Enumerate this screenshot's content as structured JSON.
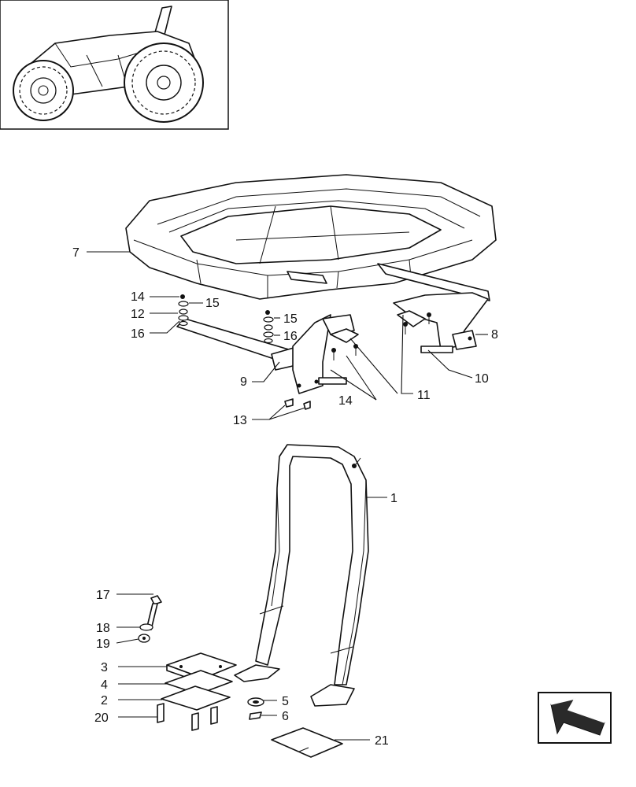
{
  "thumbnail": {
    "label": "tractor-thumbnail"
  },
  "callouts": [
    {
      "id": "c1",
      "text": "1"
    },
    {
      "id": "c2",
      "text": "2"
    },
    {
      "id": "c3",
      "text": "3"
    },
    {
      "id": "c4",
      "text": "4"
    },
    {
      "id": "c5",
      "text": "5"
    },
    {
      "id": "c6",
      "text": "6"
    },
    {
      "id": "c7",
      "text": "7"
    },
    {
      "id": "c8",
      "text": "8"
    },
    {
      "id": "c9",
      "text": "9"
    },
    {
      "id": "c10",
      "text": "10"
    },
    {
      "id": "c11",
      "text": "11"
    },
    {
      "id": "c12",
      "text": "12"
    },
    {
      "id": "c13",
      "text": "13"
    },
    {
      "id": "c14a",
      "text": "14"
    },
    {
      "id": "c14b",
      "text": "14"
    },
    {
      "id": "c15a",
      "text": "15"
    },
    {
      "id": "c15b",
      "text": "15"
    },
    {
      "id": "c16a",
      "text": "16"
    },
    {
      "id": "c16b",
      "text": "16"
    },
    {
      "id": "c17",
      "text": "17"
    },
    {
      "id": "c18",
      "text": "18"
    },
    {
      "id": "c19",
      "text": "19"
    },
    {
      "id": "c20",
      "text": "20"
    },
    {
      "id": "c21",
      "text": "21"
    }
  ],
  "nav": {
    "icon": "next-page-arrow-icon"
  }
}
